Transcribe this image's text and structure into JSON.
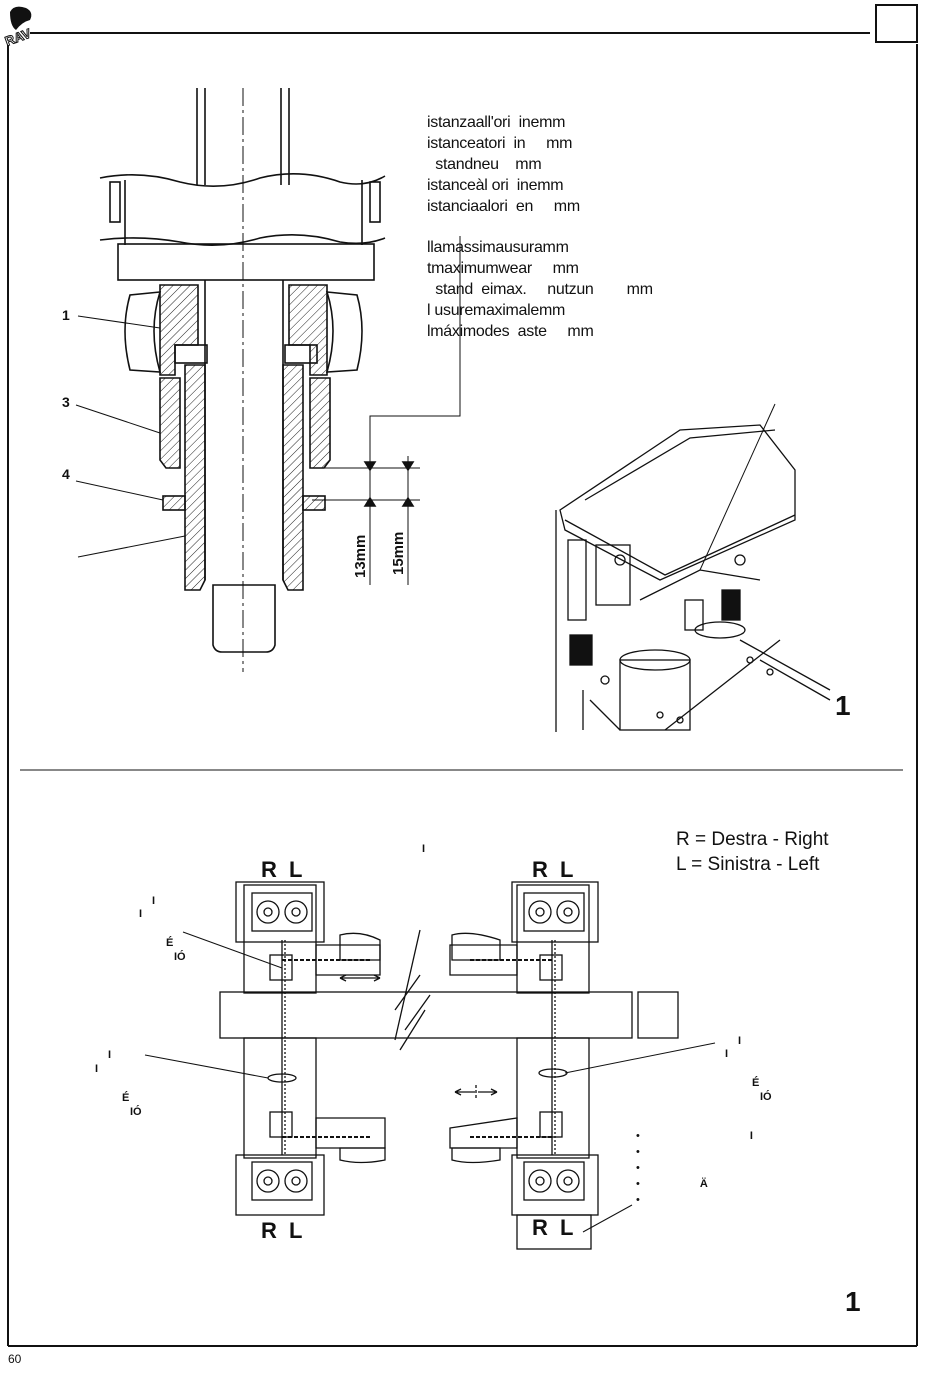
{
  "page": {
    "number": "60",
    "logo_text": "RAV"
  },
  "top_figure": {
    "spec_lines": [
      "istanzaall'ori  inemm",
      "istanceatori  in     mm",
      "  standneu    mm",
      "istanceàl ori  inemm",
      "istanciaalori  en     mm"
    ],
    "wear_lines": [
      "llamassimausuramm",
      "tmaximumwear     mm",
      "  stand  eimax.     nutzun        mm",
      "l usuremaximalemm",
      "lmáximodes  aste     mm"
    ],
    "callouts": [
      "1",
      "3",
      "4"
    ],
    "dim_13": "13mm",
    "dim_15": "15mm",
    "figure_number": "1"
  },
  "bottom_figure": {
    "legend": [
      "R = Destra - Right",
      "L = Sinistra - Left"
    ],
    "rl_labels": [
      "R",
      "L"
    ],
    "note_top": "I",
    "left_upper": [
      "I",
      "I",
      "É",
      "IÓ"
    ],
    "left_lower": [
      "I",
      "I",
      "É",
      "IÓ"
    ],
    "right_upper": [
      "I",
      "I",
      "É",
      "IÓ"
    ],
    "bullets": [
      "I",
      "",
      "",
      "Ä",
      ""
    ],
    "figure_number": "1"
  }
}
